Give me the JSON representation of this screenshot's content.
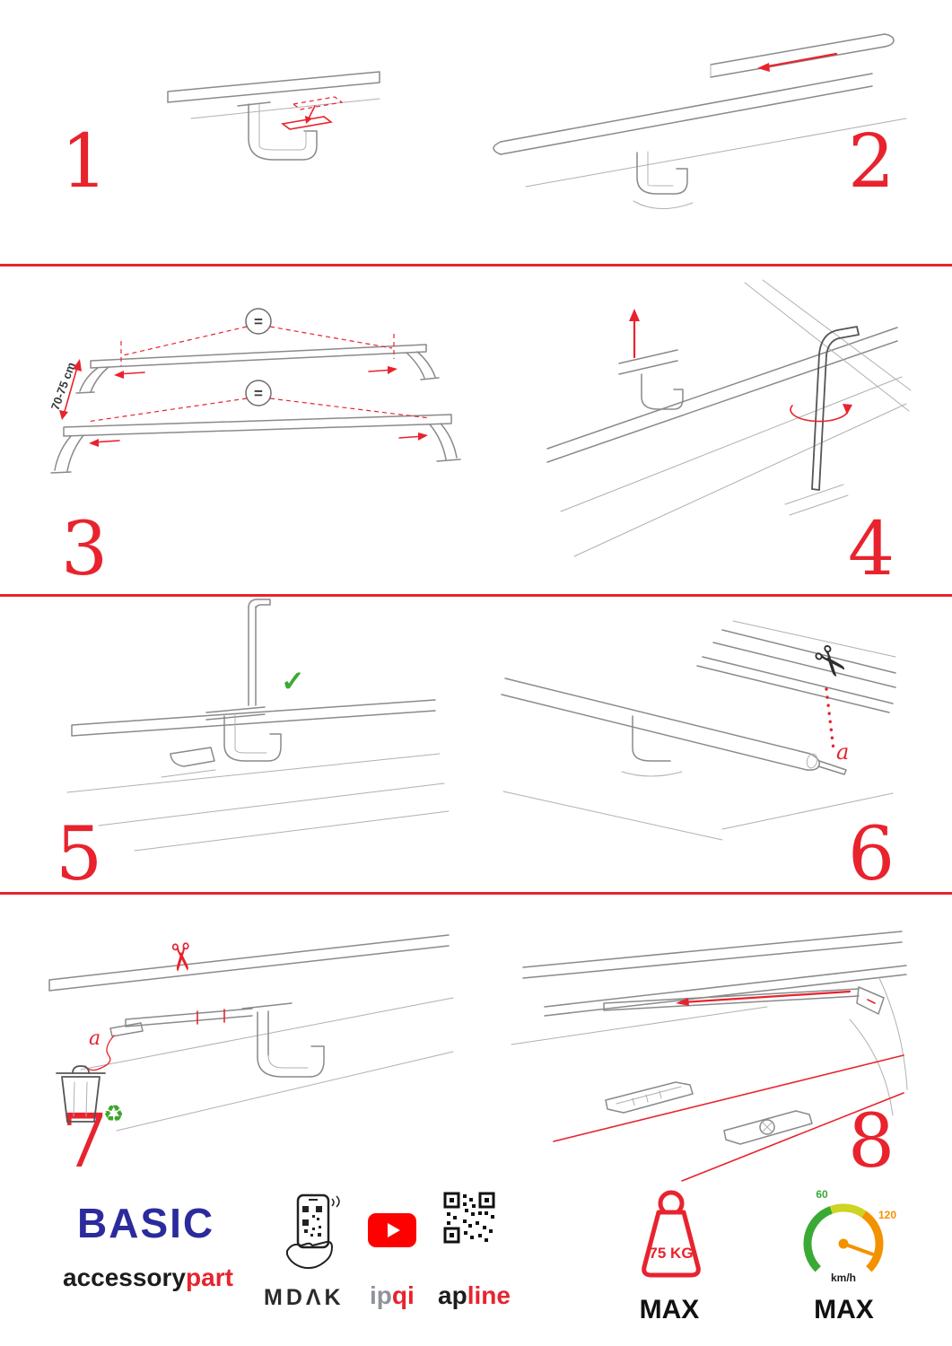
{
  "accent": {
    "red": "#e8232e",
    "green": "#3aaa35",
    "navy": "#2b2b9c",
    "orange": "#f39200",
    "youtube_red": "#ff0000"
  },
  "steps": [
    {
      "number": "1"
    },
    {
      "number": "2"
    },
    {
      "number": "3",
      "equal": "=",
      "dimension": "70-75 cm"
    },
    {
      "number": "4"
    },
    {
      "number": "5",
      "check": "✓"
    },
    {
      "number": "6",
      "label": "a",
      "scissors": "✂"
    },
    {
      "number": "7",
      "label": "a",
      "scissors": "✂",
      "recycle": "♻"
    },
    {
      "number": "8"
    }
  ],
  "footer": {
    "brand": "BASIC",
    "brand_line_black": "accessory",
    "brand_line_red": "part",
    "partner_mdak": "MDΛK",
    "partner_ipqi_gray": "ip",
    "partner_ipqi_red": "qi",
    "partner_apline_black": "ap",
    "partner_apline_red": "line",
    "weight_value": "75 KG",
    "weight_max_label": "MAX",
    "speed_min": "60",
    "speed_max_value": "120",
    "speed_unit": "km/h",
    "speed_max_label": "MAX"
  }
}
